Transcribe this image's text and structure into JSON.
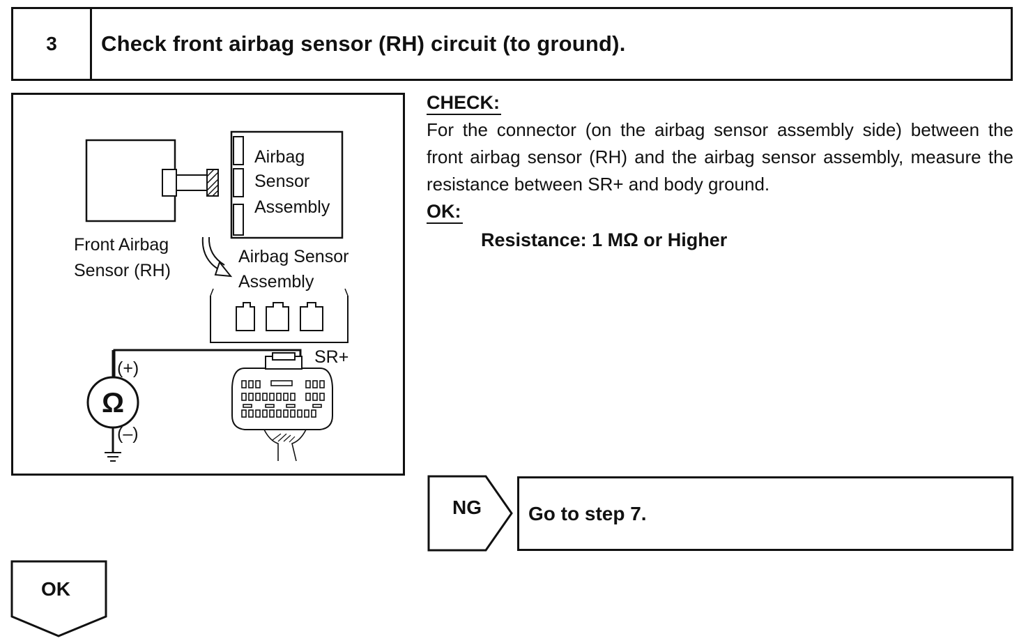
{
  "step": {
    "number": "3",
    "title": "Check front airbag sensor (RH) circuit (to ground)."
  },
  "figure": {
    "labels": {
      "assembly_top_1": "Airbag",
      "assembly_top_2": "Sensor",
      "assembly_top_3": "Assembly",
      "front_sensor_1": "Front Airbag",
      "front_sensor_2": "Sensor (RH)",
      "assembly_connector_1": "Airbag Sensor",
      "assembly_connector_2": "Assembly",
      "terminal": "SR+",
      "meter_plus": "(+)",
      "meter_minus": "(–)",
      "ohm_symbol": "Ω"
    },
    "icons": [
      "ohmmeter-icon",
      "ground-icon",
      "connector-icon",
      "arrow-icon"
    ]
  },
  "check": {
    "heading": "CHECK:",
    "body": "For the connector (on the airbag sensor assembly side) between the front airbag sensor (RH) and the airbag sensor assembly, measure the resistance between SR+ and body ground.",
    "ok_heading": "OK:",
    "ok_spec": "Resistance: 1 MΩ or Higher"
  },
  "results": {
    "ng_label": "NG",
    "ng_action": "Go to step 7.",
    "ok_label": "OK"
  }
}
